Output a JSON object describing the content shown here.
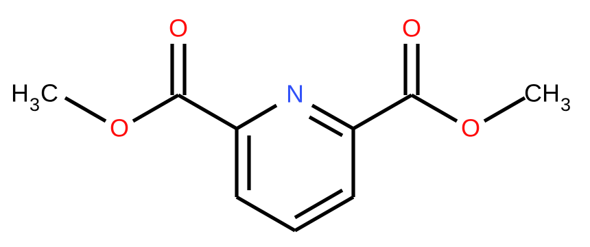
{
  "molecule": {
    "atoms": {
      "ring_nitrogen": {
        "label": "N",
        "color": "#3050F8"
      },
      "carbonyl_oxygen_left": {
        "label": "O",
        "color": "#FF0D0D"
      },
      "ester_oxygen_left": {
        "label": "O",
        "color": "#FF0D0D"
      },
      "carbonyl_oxygen_right": {
        "label": "O",
        "color": "#FF0D0D"
      },
      "ester_oxygen_right": {
        "label": "O",
        "color": "#FF0D0D"
      },
      "methyl_left": {
        "label": "H",
        "subscript": "3",
        "suffix": "C",
        "color": "#000000"
      },
      "methyl_right": {
        "label": "CH",
        "subscript": "3",
        "color": "#000000"
      }
    },
    "bond_color": "#000000"
  }
}
